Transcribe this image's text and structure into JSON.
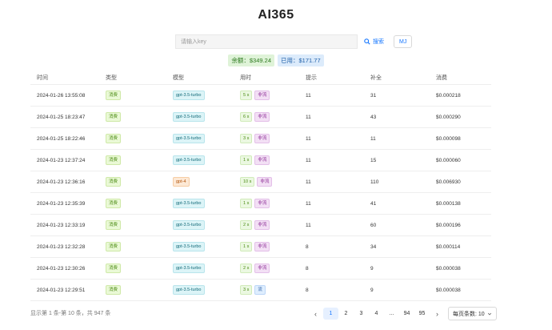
{
  "app_title": "AI365",
  "search": {
    "placeholder": "请输入key",
    "button_label": "搜索",
    "mj_label": "MJ"
  },
  "stats": {
    "balance": "余额：$349.24",
    "used": "已用：$171.77"
  },
  "table": {
    "headers": [
      "时间",
      "类型",
      "模型",
      "用时",
      "提示",
      "补全",
      "消费"
    ],
    "rows": [
      {
        "time": "2024-01-26 13:55:08",
        "type": "消费",
        "model": "gpt-3.5-turbo",
        "duration": "5 s",
        "stream": "非流",
        "prompt": "11",
        "completion": "31",
        "cost": "$0.000218"
      },
      {
        "time": "2024-01-25 18:23:47",
        "type": "消费",
        "model": "gpt-3.5-turbo",
        "duration": "6 s",
        "stream": "非流",
        "prompt": "11",
        "completion": "43",
        "cost": "$0.000290"
      },
      {
        "time": "2024-01-25 18:22:46",
        "type": "消费",
        "model": "gpt-3.5-turbo",
        "duration": "3 s",
        "stream": "非流",
        "prompt": "11",
        "completion": "11",
        "cost": "$0.000098"
      },
      {
        "time": "2024-01-23 12:37:24",
        "type": "消费",
        "model": "gpt-3.5-turbo",
        "duration": "1 s",
        "stream": "非流",
        "prompt": "11",
        "completion": "15",
        "cost": "$0.000060"
      },
      {
        "time": "2024-01-23 12:36:16",
        "type": "消费",
        "model": "gpt-4",
        "duration": "10 s",
        "stream": "非流",
        "prompt": "11",
        "completion": "110",
        "cost": "$0.006930"
      },
      {
        "time": "2024-01-23 12:35:39",
        "type": "消费",
        "model": "gpt-3.5-turbo",
        "duration": "1 s",
        "stream": "非流",
        "prompt": "11",
        "completion": "41",
        "cost": "$0.000138"
      },
      {
        "time": "2024-01-23 12:33:19",
        "type": "消费",
        "model": "gpt-3.5-turbo",
        "duration": "2 s",
        "stream": "非流",
        "prompt": "11",
        "completion": "60",
        "cost": "$0.000196"
      },
      {
        "time": "2024-01-23 12:32:28",
        "type": "消费",
        "model": "gpt-3.5-turbo",
        "duration": "1 s",
        "stream": "非流",
        "prompt": "8",
        "completion": "34",
        "cost": "$0.000114"
      },
      {
        "time": "2024-01-23 12:30:26",
        "type": "消费",
        "model": "gpt-3.5-turbo",
        "duration": "2 s",
        "stream": "非流",
        "prompt": "8",
        "completion": "9",
        "cost": "$0.000038"
      },
      {
        "time": "2024-01-23 12:29:51",
        "type": "消费",
        "model": "gpt-3.5-turbo",
        "duration": "3 s",
        "stream": "流",
        "prompt": "8",
        "completion": "9",
        "cost": "$0.000038"
      }
    ]
  },
  "footer": {
    "summary": "显示第 1 条-第 10 条，共 947 条",
    "pages": [
      "1",
      "2",
      "3",
      "4",
      "...",
      "94",
      "95"
    ],
    "active_page": "1",
    "page_size_label": "每页条数: 10"
  },
  "colors": {
    "accent": "#1677ff"
  }
}
